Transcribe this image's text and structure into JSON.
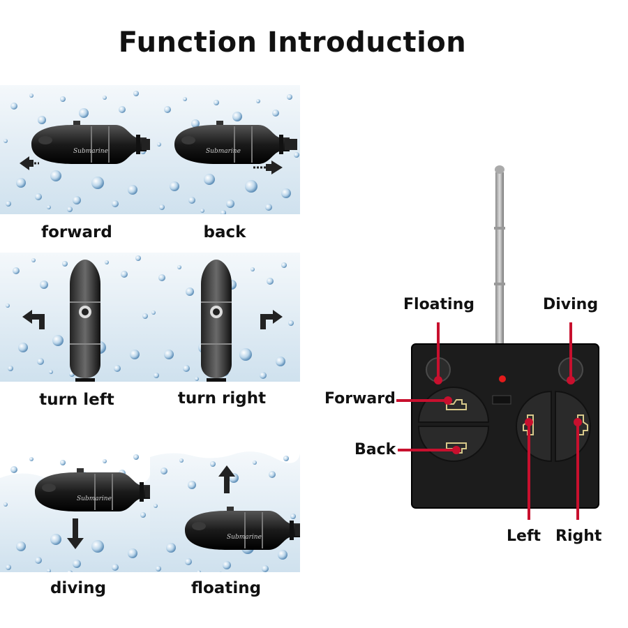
{
  "title": "Function Introduction",
  "panels": [
    {
      "caption": "forward",
      "arrow": "left-arrow"
    },
    {
      "caption": "back",
      "arrow": "right-arrow"
    },
    {
      "caption": "turn left",
      "arrow": "turn-left-arrow"
    },
    {
      "caption": "turn right",
      "arrow": "turn-right-arrow"
    },
    {
      "caption": "diving",
      "arrow": "down-arrow"
    },
    {
      "caption": "floating",
      "arrow": "up-arrow"
    }
  ],
  "submarine_text": "Submarine",
  "remote": {
    "floating": "Floating",
    "diving": "Diving",
    "forward": "Forward",
    "back": "Back",
    "left": "Left",
    "right": "Right"
  },
  "colors": {
    "callout": "#c8102e",
    "remote_body": "#1c1c1c",
    "water": "#dbe9f3",
    "led": "#e41b1b"
  }
}
